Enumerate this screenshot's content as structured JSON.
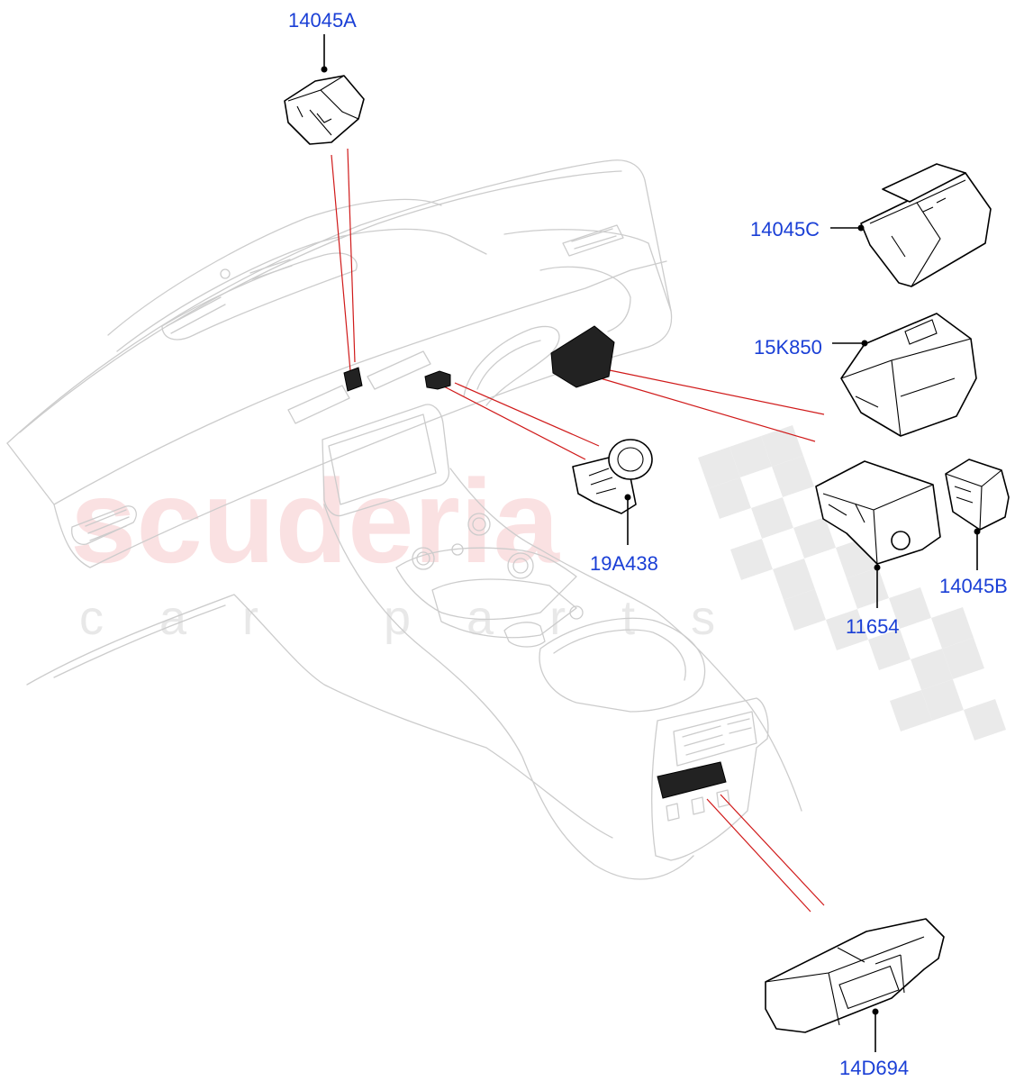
{
  "watermark": {
    "brand": "scuderia",
    "tagline": "car parts"
  },
  "colors": {
    "label": "#1a3fd6",
    "leader_line": "#000000",
    "connector_line": "#d01a1a",
    "ghost_outline": "#cccccc",
    "watermark_brand": "#e64b52"
  },
  "callouts": [
    {
      "id": "14045A",
      "label": "14045A"
    },
    {
      "id": "14045C",
      "label": "14045C"
    },
    {
      "id": "15K850",
      "label": "15K850"
    },
    {
      "id": "19A438",
      "label": "19A438"
    },
    {
      "id": "11654",
      "label": "11654"
    },
    {
      "id": "14045B",
      "label": "14045B"
    },
    {
      "id": "14D694",
      "label": "14D694"
    }
  ]
}
